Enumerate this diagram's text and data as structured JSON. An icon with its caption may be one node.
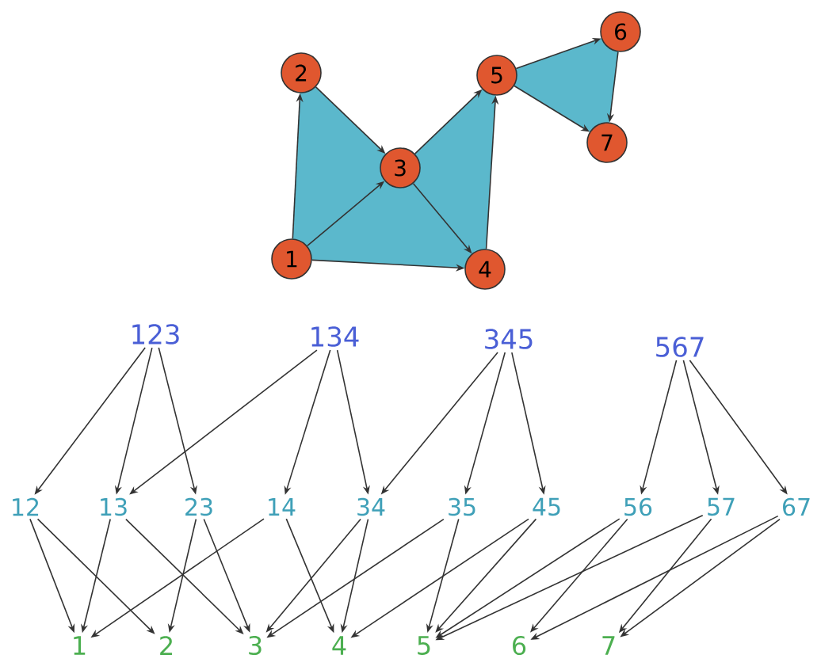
{
  "diagram": {
    "nodes": [
      {
        "text": [
          "1"
        ]
      },
      {
        "text": [
          "2"
        ]
      },
      {
        "text": [
          "3"
        ]
      },
      {
        "text": [
          "4"
        ]
      },
      {
        "text": [
          "5"
        ]
      },
      {
        "text": [
          "6"
        ]
      },
      {
        "text": [
          "7"
        ]
      },
      {
        "text": [
          "123"
        ]
      },
      {
        "text": [
          "134"
        ]
      },
      {
        "text": [
          "345"
        ]
      },
      {
        "text": [
          "567"
        ]
      },
      {
        "text": [
          "12"
        ]
      },
      {
        "text": [
          "13"
        ]
      },
      {
        "text": [
          "23"
        ]
      },
      {
        "text": [
          "14"
        ]
      },
      {
        "text": [
          "34"
        ]
      },
      {
        "text": [
          "35"
        ]
      },
      {
        "text": [
          "45"
        ]
      },
      {
        "text": [
          "56"
        ]
      },
      {
        "text": [
          "57"
        ]
      },
      {
        "text": [
          "67"
        ]
      },
      {
        "text": [
          "1"
        ]
      },
      {
        "text": [
          "2"
        ]
      },
      {
        "text": [
          "3"
        ]
      },
      {
        "text": [
          "4"
        ]
      },
      {
        "text": [
          "5"
        ]
      },
      {
        "text": [
          "6"
        ]
      },
      {
        "text": [
          "7"
        ]
      }
    ],
    "edges": [
      {
        "from": 0,
        "to": 1,
        "arrow": "to"
      },
      {
        "from": 1,
        "to": 2,
        "arrow": "to"
      },
      {
        "from": 0,
        "to": 2,
        "arrow": "to"
      },
      {
        "from": 0,
        "to": 3,
        "arrow": "to"
      },
      {
        "from": 2,
        "to": 3,
        "arrow": "to"
      },
      {
        "from": 2,
        "to": 4,
        "arrow": "to"
      },
      {
        "from": 3,
        "to": 4,
        "arrow": "to"
      },
      {
        "from": 4,
        "to": 5,
        "arrow": "to"
      },
      {
        "from": 4,
        "to": 6,
        "arrow": "to"
      },
      {
        "from": 5,
        "to": 6,
        "arrow": "to"
      },
      {
        "from": 7,
        "to": 11,
        "arrow": "to"
      },
      {
        "from": 7,
        "to": 12,
        "arrow": "to"
      },
      {
        "from": 7,
        "to": 13,
        "arrow": "to"
      },
      {
        "from": 8,
        "to": 12,
        "arrow": "to"
      },
      {
        "from": 8,
        "to": 14,
        "arrow": "to"
      },
      {
        "from": 8,
        "to": 15,
        "arrow": "to"
      },
      {
        "from": 9,
        "to": 15,
        "arrow": "to"
      },
      {
        "from": 9,
        "to": 16,
        "arrow": "to"
      },
      {
        "from": 9,
        "to": 17,
        "arrow": "to"
      },
      {
        "from": 10,
        "to": 18,
        "arrow": "to"
      },
      {
        "from": 10,
        "to": 19,
        "arrow": "to"
      },
      {
        "from": 10,
        "to": 20,
        "arrow": "to"
      },
      {
        "from": 11,
        "to": 21,
        "arrow": "to"
      },
      {
        "from": 11,
        "to": 22,
        "arrow": "to"
      },
      {
        "from": 12,
        "to": 21,
        "arrow": "to"
      },
      {
        "from": 12,
        "to": 23,
        "arrow": "to"
      },
      {
        "from": 13,
        "to": 22,
        "arrow": "to"
      },
      {
        "from": 13,
        "to": 23,
        "arrow": "to"
      },
      {
        "from": 14,
        "to": 21,
        "arrow": "to"
      },
      {
        "from": 14,
        "to": 24,
        "arrow": "to"
      },
      {
        "from": 15,
        "to": 23,
        "arrow": "to"
      },
      {
        "from": 15,
        "to": 24,
        "arrow": "to"
      },
      {
        "from": 16,
        "to": 23,
        "arrow": "to"
      },
      {
        "from": 16,
        "to": 25,
        "arrow": "to"
      },
      {
        "from": 17,
        "to": 24,
        "arrow": "to"
      },
      {
        "from": 17,
        "to": 25,
        "arrow": "to"
      },
      {
        "from": 18,
        "to": 25,
        "arrow": "to"
      },
      {
        "from": 18,
        "to": 26,
        "arrow": "to"
      },
      {
        "from": 19,
        "to": 25,
        "arrow": "to"
      },
      {
        "from": 19,
        "to": 27,
        "arrow": "to"
      },
      {
        "from": 20,
        "to": 26,
        "arrow": "to"
      },
      {
        "from": 20,
        "to": 27,
        "arrow": "to"
      }
    ]
  }
}
